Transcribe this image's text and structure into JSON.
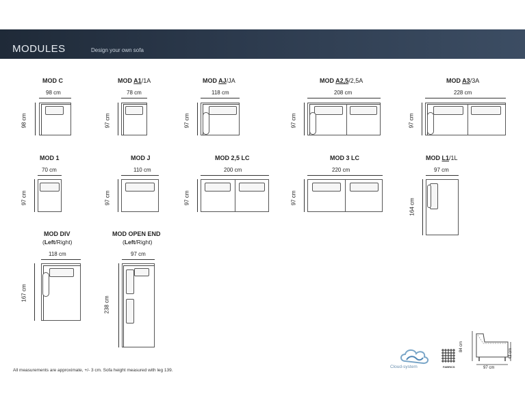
{
  "header": {
    "title": "MODULES",
    "subtitle": "Design your own sofa"
  },
  "modules": {
    "mod_c": {
      "label": "MOD C",
      "width": "98 cm",
      "depth": "98 cm"
    },
    "mod_a1": {
      "label_prefix": "MOD ",
      "label_code": "A1",
      "label_alt": "/1A",
      "width": "78 cm",
      "depth": "97 cm"
    },
    "mod_aj": {
      "label_prefix": "MOD ",
      "label_code": "AJ",
      "label_alt": "/JA",
      "width": "118 cm",
      "depth": "97 cm"
    },
    "mod_a25": {
      "label_prefix": "MOD ",
      "label_code": "A2,5",
      "label_alt": "/2,5A",
      "width": "208 cm",
      "depth": "97 cm"
    },
    "mod_a3": {
      "label_prefix": "MOD ",
      "label_code": "A3",
      "label_alt": "/3A",
      "width": "228 cm",
      "depth": "97 cm"
    },
    "mod_1": {
      "label": "MOD 1",
      "width": "70 cm",
      "depth": "97 cm"
    },
    "mod_j": {
      "label": "MOD J",
      "width": "110 cm",
      "depth": "97 cm"
    },
    "mod_25lc": {
      "label": "MOD 2,5 LC",
      "width": "200 cm",
      "depth": "97 cm"
    },
    "mod_3lc": {
      "label": "MOD 3 LC",
      "width": "220 cm",
      "depth": "97 cm"
    },
    "mod_l1": {
      "label_prefix": "MOD ",
      "label_code": "L1",
      "label_alt": "/1L",
      "width": "97 cm",
      "depth": "164 cm"
    },
    "mod_div": {
      "label": "MOD DIV",
      "open": "(",
      "left": "Left",
      "right": "/Right)",
      "width": "118 cm",
      "depth": "167 cm"
    },
    "mod_open_end": {
      "label": "MOD OPEN END",
      "open": "(",
      "left": "Left",
      "right": "/Right)",
      "width": "97 cm",
      "depth": "238 cm"
    }
  },
  "footnote": "All measurements are approximate, +/- 3 cm. Sofa height measured with leg 139.",
  "brand": {
    "logo_text": "Cloud-system",
    "fabrics_label": "FABRICS"
  },
  "profile": {
    "width": "97 cm",
    "height": "84 cm",
    "seat": "43 cm"
  }
}
